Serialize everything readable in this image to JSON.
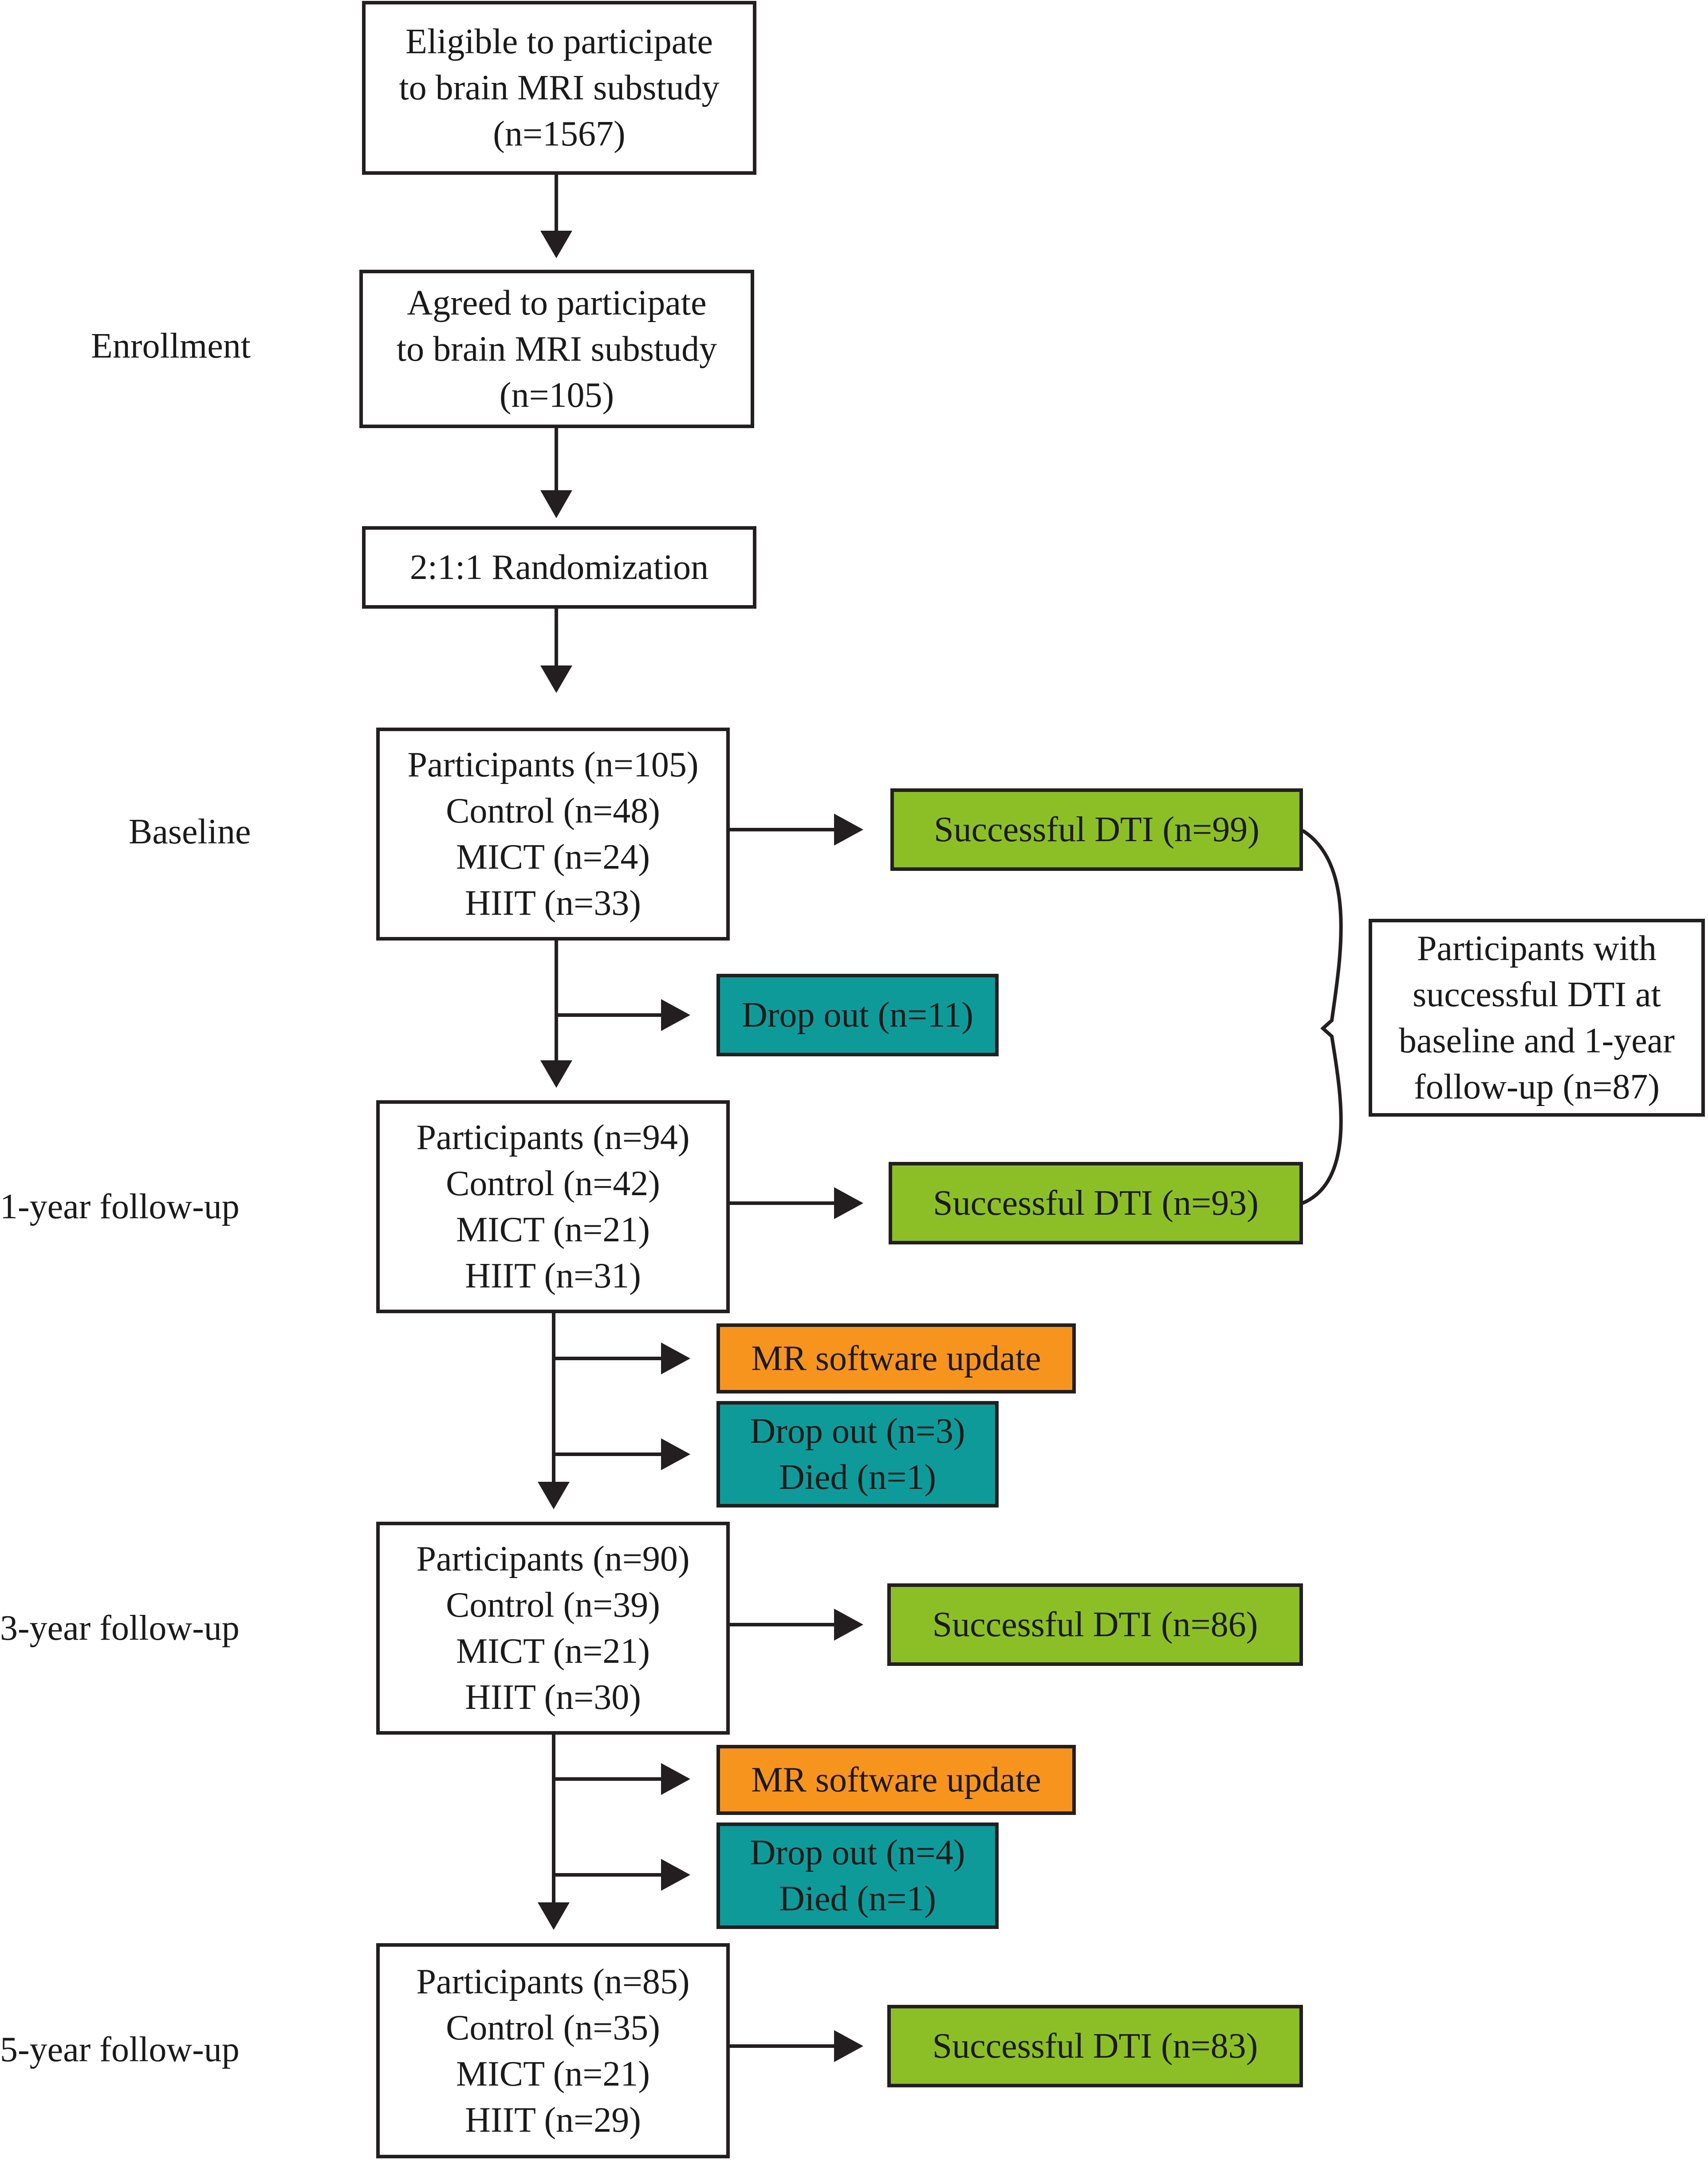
{
  "stages": {
    "enrollment": "Enrollment",
    "baseline": "Baseline",
    "followup_1": "1-year follow-up",
    "followup_3": "3-year follow-up",
    "followup_5": "5-year follow-up"
  },
  "eligible": [
    "Eligible to participate",
    "to brain MRI substudy",
    "(n=1567)"
  ],
  "agreed": [
    "Agreed to participate",
    "to brain MRI substudy",
    "(n=105)"
  ],
  "randomization": "2:1:1 Randomization",
  "baseline_box": [
    "Participants (n=105)",
    "Control (n=48)",
    "MICT (n=24)",
    "HIIT (n=33)"
  ],
  "baseline_dti": "Successful DTI (n=99)",
  "dropout_1": "Drop out (n=11)",
  "followup1_box": [
    "Participants (n=94)",
    "Control (n=42)",
    "MICT (n=21)",
    "HIIT (n=31)"
  ],
  "followup1_dti": "Successful DTI (n=93)",
  "paired_dti": [
    "Participants with",
    "successful DTI at",
    "baseline and 1-year",
    "follow-up (n=87)"
  ],
  "mr_update_1": "MR software update",
  "dropout_2": [
    "Drop out (n=3)",
    "Died (n=1)"
  ],
  "followup3_box": [
    "Participants (n=90)",
    "Control (n=39)",
    "MICT (n=21)",
    "HIIT (n=30)"
  ],
  "followup3_dti": "Successful DTI (n=86)",
  "mr_update_2": "MR software update",
  "dropout_3": [
    "Drop out (n=4)",
    "Died (n=1)"
  ],
  "followup5_box": [
    "Participants (n=85)",
    "Control (n=35)",
    "MICT (n=21)",
    "HIIT (n=29)"
  ],
  "followup5_dti": "Successful DTI (n=83)",
  "colors": {
    "success": "#8cbf26",
    "dropout": "#0f9a9a",
    "software_update": "#f7941e",
    "border": "#231f20"
  }
}
